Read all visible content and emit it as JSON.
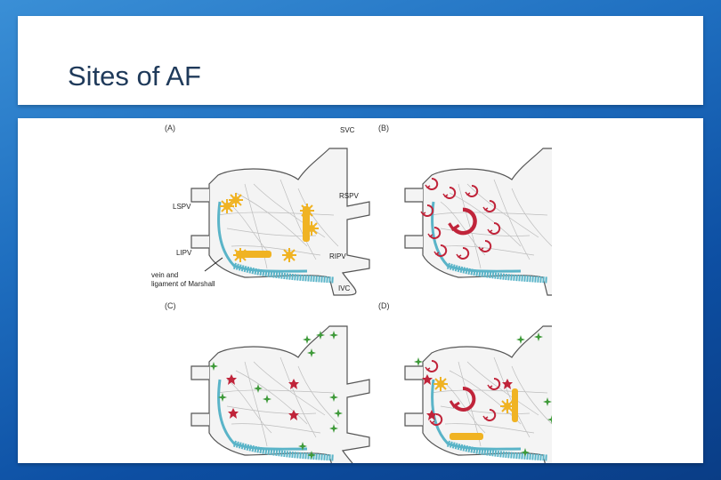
{
  "slide": {
    "title": "Sites of AF"
  },
  "figure": {
    "panels": [
      {
        "label": "(A)"
      },
      {
        "label": "(B)"
      },
      {
        "label": "(C)"
      },
      {
        "label": "(D)"
      }
    ],
    "annotations": {
      "svc": "SVC",
      "lspv": "LSPV",
      "rspv": "RSPV",
      "lipv": "LIPV",
      "ripv": "RIPV",
      "ivc": "IVC",
      "marshall_line1": "vein and",
      "marshall_line2": "ligament of Marshall"
    },
    "colors": {
      "ganglia": "#f0b323",
      "rotors": "#c0243a",
      "triggers": "#3f9a3a",
      "vein": "#5ab4c8"
    }
  }
}
